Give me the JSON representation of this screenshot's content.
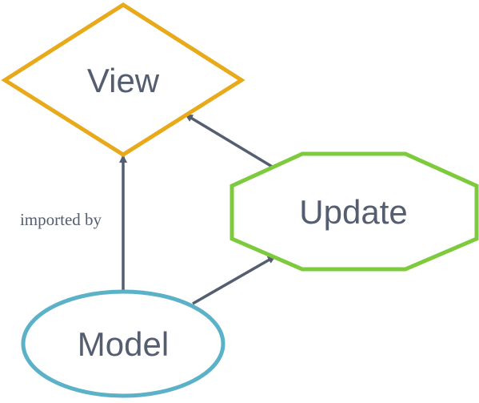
{
  "diagram": {
    "nodes": {
      "view": {
        "label": "View",
        "shape": "diamond",
        "border_color": "#E8A91A"
      },
      "update": {
        "label": "Update",
        "shape": "octagon",
        "border_color": "#7DCB3C"
      },
      "model": {
        "label": "Model",
        "shape": "ellipse",
        "border_color": "#5AB1C8"
      }
    },
    "edges": [
      {
        "from": "model",
        "to": "view",
        "label": "imported by"
      },
      {
        "from": "model",
        "to": "update",
        "label": ""
      },
      {
        "from": "update",
        "to": "view",
        "label": ""
      }
    ],
    "colors": {
      "edge": "#555E70",
      "text": "#555E70",
      "background": "#FFFFFF"
    }
  }
}
